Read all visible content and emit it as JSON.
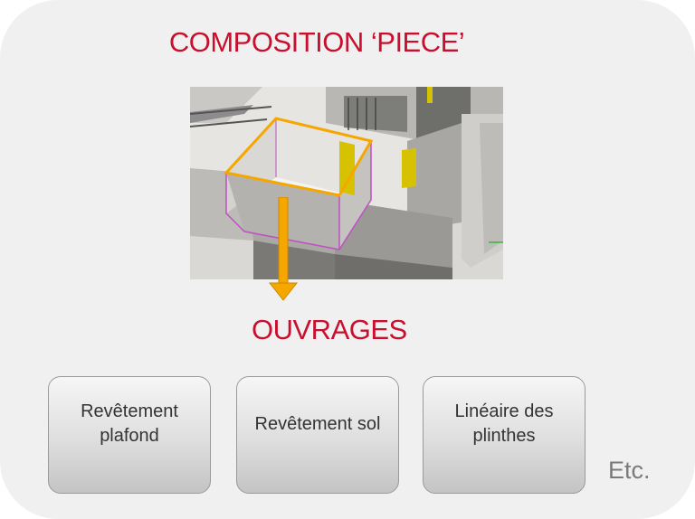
{
  "title": "COMPOSITION ‘PIECE’",
  "subtitle": "OUVRAGES",
  "boxes": [
    {
      "label": "Revêtement plafond"
    },
    {
      "label": "Revêtement sol"
    },
    {
      "label": "Linéaire des plinthes"
    }
  ],
  "more_label": "Etc.",
  "colors": {
    "accent_red": "#c8102e",
    "arrow_orange": "#f5a700",
    "highlight_magenta": "#c050c0",
    "background_panel": "#f0f0f0"
  },
  "icons": {
    "scene": "building-3d-cutaway-image",
    "arrow": "down-arrow-icon"
  }
}
